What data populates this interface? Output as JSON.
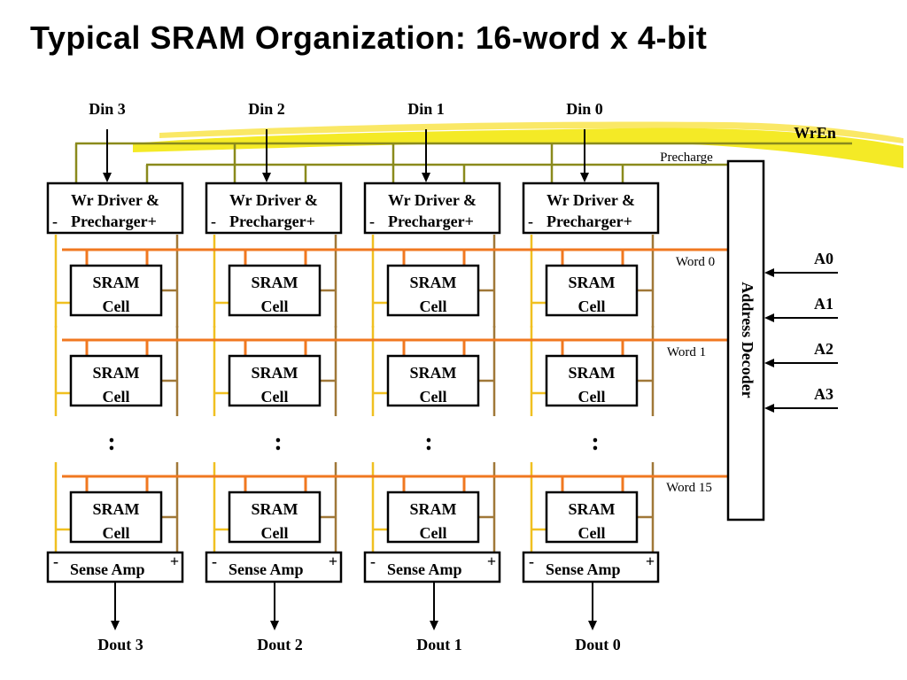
{
  "title": "Typical SRAM Organization: 16-word x 4-bit",
  "inputs": [
    "Din 3",
    "Din 2",
    "Din 1",
    "Din 0"
  ],
  "outputs": [
    "Dout 3",
    "Dout 2",
    "Dout 1",
    "Dout 0"
  ],
  "wr_en": "WrEn",
  "precharge": "Precharge",
  "driver": {
    "line1": "Wr Driver &",
    "line2": "Precharger+",
    "minus": "-"
  },
  "cell": {
    "line1": "SRAM",
    "line2": "Cell"
  },
  "sense": {
    "label": "Sense Amp",
    "minus": "-",
    "plus": "+"
  },
  "words": [
    "Word 0",
    "Word 1",
    "Word 15"
  ],
  "ellipsis": ":",
  "decoder": "Address Decoder",
  "address_inputs": [
    "A0",
    "A1",
    "A2",
    "A3"
  ],
  "colors": {
    "wordline": "#f07820",
    "bitline_yellow": "#f0c020",
    "bitline_brown": "#a07838",
    "control_olive": "#8a8a1c",
    "highlight": "#f2e600"
  }
}
